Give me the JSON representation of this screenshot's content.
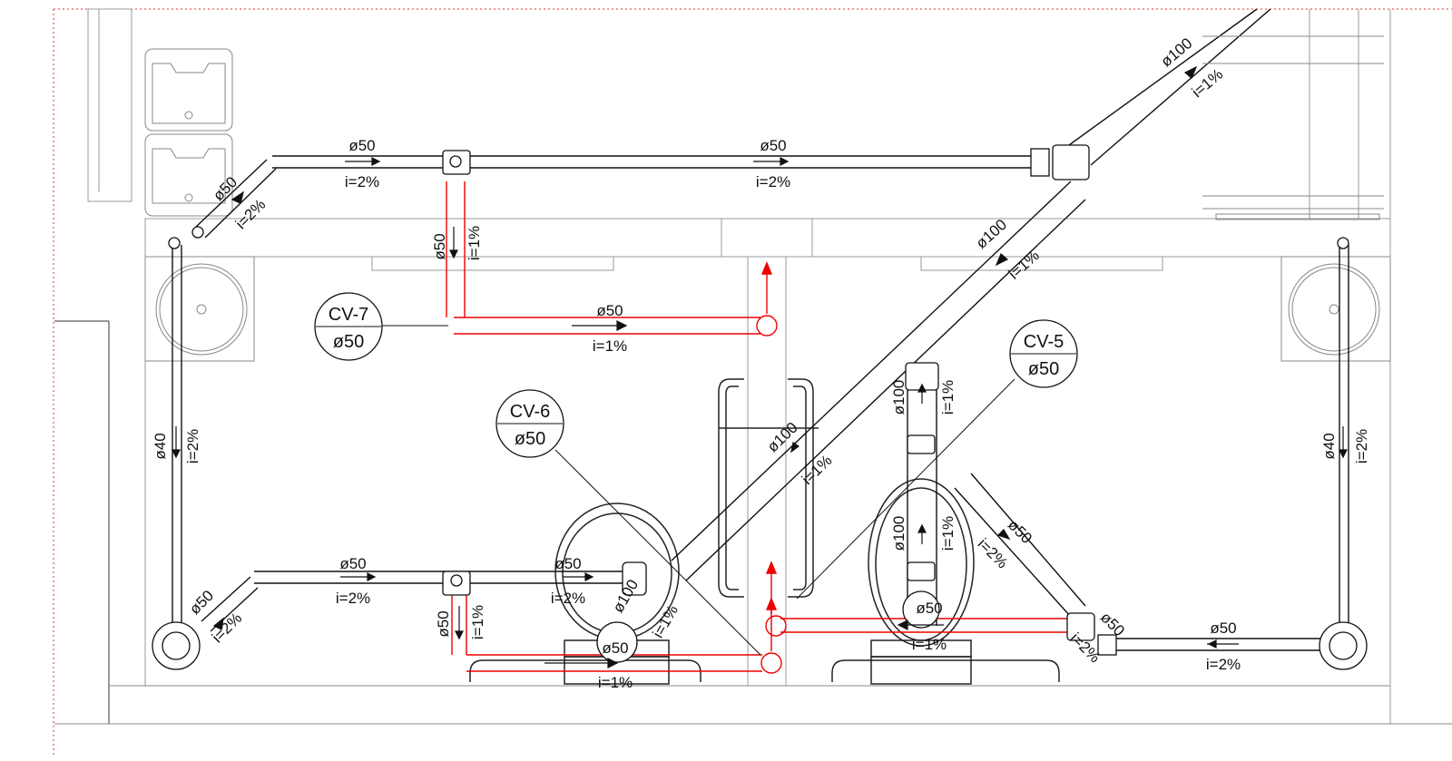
{
  "tags": [
    {
      "id": "CV-7",
      "size": "ø50"
    },
    {
      "id": "CV-6",
      "size": "ø50"
    },
    {
      "id": "CV-5",
      "size": "ø50"
    }
  ],
  "labels": {
    "top_left_size": "ø50",
    "top_left_slope": "i=2%",
    "top_diag_size": "ø50",
    "top_diag_slope": "i=2%",
    "top_right_size": "ø50",
    "top_right_slope": "i=2%",
    "drop_size": "ø50",
    "drop_slope": "i=1%",
    "cv7_size": "ø50",
    "cv7_slope": "i=1%",
    "stack_top_size": "ø100",
    "stack_top_slope": "i=1%",
    "stack_mid_size": "ø100",
    "stack_mid_slope": "i=1%",
    "stack_low_size": "ø100",
    "stack_low_slope": "i=1%",
    "vert_a_size": "ø100",
    "vert_a_slope": "i=1%",
    "vert_b_size": "ø100",
    "vert_b_slope": "i=1%",
    "left_vert_size": "ø40",
    "left_vert_slope": "i=2%",
    "right_vert_size": "ø40",
    "right_vert_slope": "i=2%",
    "bl_diag_size": "ø50",
    "bl_diag_slope": "i=2%",
    "bottom_size": "ø50",
    "bottom_slope": "i=2%",
    "bottom_mid_size": "ø50",
    "bottom_mid_slope": "i=2%",
    "wc_diag_size": "ø100",
    "wc_diag_slope": "i=1%",
    "wc_out_size": "ø50",
    "bdrop_size": "ø50",
    "bdrop_slope": "i=1%",
    "bottom_red_slope": "i=1%",
    "cv5_diag_size": "ø50",
    "cv5_diag_slope": "i=2%",
    "right_low_size": "ø50",
    "right_low_slope": "i=2%",
    "right_corner_size": "ø50",
    "right_corner_slope": "i=2%",
    "center_out_size": "ø50",
    "center_out_slope": "i=1%"
  }
}
